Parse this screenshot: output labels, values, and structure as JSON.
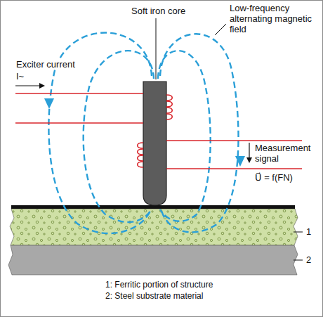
{
  "diagram": {
    "labels": [
      "Soft iron core",
      "Low-frequency alternating magnetic field",
      "Exciter current",
      "I~",
      "Measurement signal",
      "U⃗ = f(FN)",
      "1",
      "2",
      "1: Ferritic portion of structure",
      "2: Steel substrate material"
    ]
  }
}
